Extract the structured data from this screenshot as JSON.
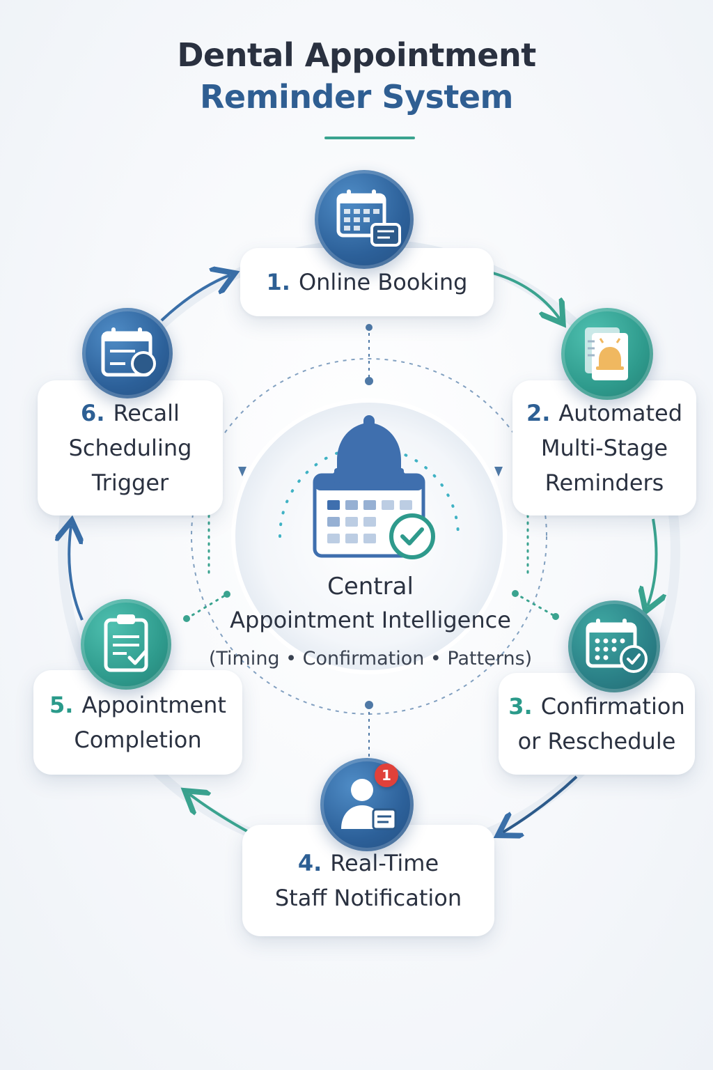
{
  "header": {
    "title_line1": "Dental Appointment",
    "title_line2": "Reminder System"
  },
  "center": {
    "title_line1": "Central",
    "title_line2": "Appointment Intelligence",
    "subtitle": "(Timing • Confirmation • Patterns)"
  },
  "steps": [
    {
      "number": "1.",
      "lines": [
        "Online Booking"
      ],
      "icon": "calendar-chat-icon"
    },
    {
      "number": "2.",
      "lines": [
        "Automated",
        "Multi-Stage",
        "Reminders"
      ],
      "icon": "document-bell-icon"
    },
    {
      "number": "3.",
      "lines": [
        "Confirmation",
        "or Reschedule"
      ],
      "icon": "calendar-check-icon"
    },
    {
      "number": "4.",
      "lines": [
        "Real-Time",
        "Staff Notification"
      ],
      "icon": "staff-notification-icon",
      "badge": "1"
    },
    {
      "number": "5.",
      "lines": [
        "Appointment",
        "Completion"
      ],
      "icon": "clipboard-check-icon"
    },
    {
      "number": "6.",
      "lines": [
        "Recall",
        "Scheduling",
        "Trigger"
      ],
      "icon": "calendar-recall-icon"
    }
  ],
  "colors": {
    "title_dark": "#2a3140",
    "title_blue": "#2f5e92",
    "accent_teal": "#3aa38f",
    "number_blue": "#2d5f94",
    "number_teal": "#2a9a8a",
    "badge_red": "#e0413a"
  }
}
